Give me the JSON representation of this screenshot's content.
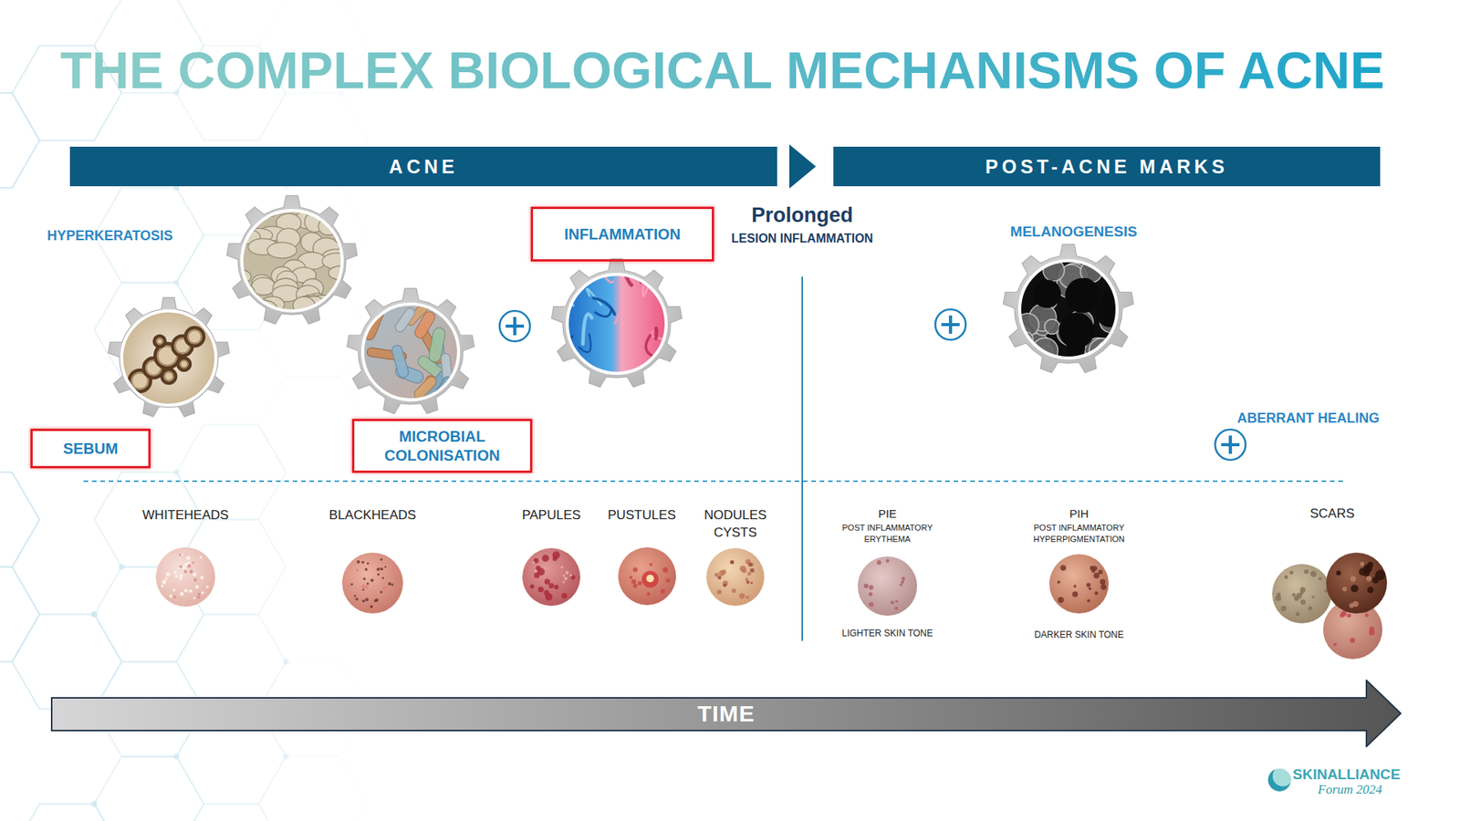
{
  "diagram": {
    "title": "THE COMPLEX BIOLOGICAL MECHANISMS OF ACNE",
    "nodes": [
      {
        "text": [
          "ACNE"
        ]
      },
      {
        "text": [
          "POST-ACNE MARKS"
        ]
      },
      {
        "text": [
          "SEBUM"
        ]
      },
      {
        "text": [
          "MICROBIAL COLONISATION"
        ]
      },
      {
        "text": [
          "INFLAMMATION"
        ]
      },
      {
        "text": [
          "TIME"
        ]
      }
    ],
    "edges": [
      {
        "from": 0,
        "to": 1,
        "arrow": "to"
      }
    ],
    "labels": [
      "HYPERKERATOSIS",
      "Prolonged",
      "LESION INFLAMMATION",
      "MELANOGENESIS",
      "ABERRANT HEALING",
      "WHITEHEADS",
      "BLACKHEADS",
      "PAPULES",
      "PUSTULES",
      "NODULES CYSTS",
      "PIE",
      "POST INFLAMMATORY ERYTHEMA",
      "LIGHTER SKIN TONE",
      "PIH",
      "POST INFLAMMATORY HYPERPIGMENTATION",
      "DARKER SKIN TONE",
      "SCARS",
      "SKINALLIANCE",
      "Forum 2024"
    ]
  }
}
